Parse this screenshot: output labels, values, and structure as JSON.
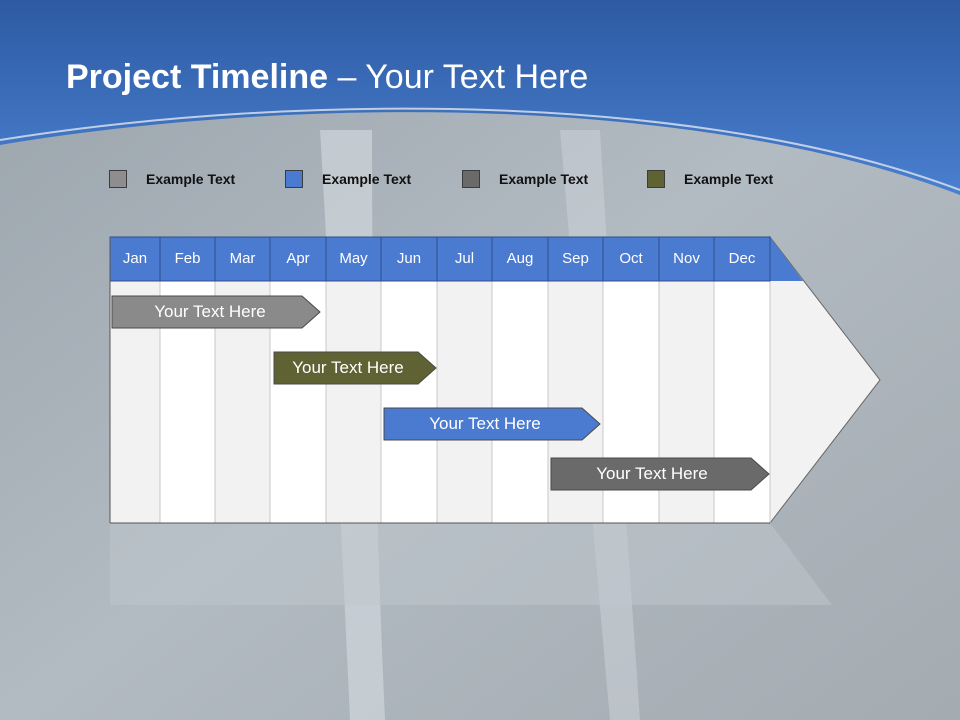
{
  "slide": {
    "title_bold": "Project Timeline",
    "title_rest": "– Your Text Here"
  },
  "legend": [
    {
      "label": "Example Text",
      "color": "#8e8e8e"
    },
    {
      "label": "Example Text",
      "color": "#4a7bd0"
    },
    {
      "label": "Example Text",
      "color": "#6a6a6a"
    },
    {
      "label": "Example Text",
      "color": "#5f6232"
    }
  ],
  "timeline": {
    "months": [
      "Jan",
      "Feb",
      "Mar",
      "Apr",
      "May",
      "Jun",
      "Jul",
      "Aug",
      "Sep",
      "Oct",
      "Nov",
      "Dec"
    ],
    "bars": [
      {
        "label": "Your  Text Here",
        "color": "#8a8a8a"
      },
      {
        "label": "Your  Text Here",
        "color": "#5f6232"
      },
      {
        "label": "Your  Text Here",
        "color": "#4a7bd0"
      },
      {
        "label": "Your  Text Here",
        "color": "#6a6a6a"
      }
    ]
  },
  "colors": {
    "header_blue": "#3f70c4",
    "month_header": "#4a7bd0"
  }
}
